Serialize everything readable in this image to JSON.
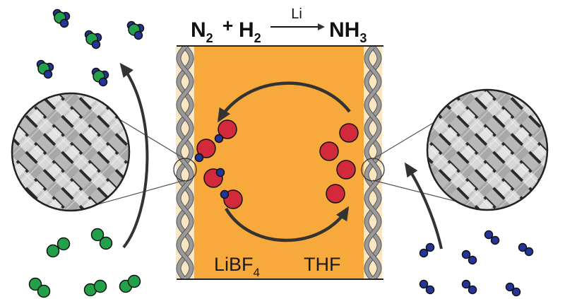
{
  "reaction": {
    "reactant1": "N",
    "reactant1_sub": "2",
    "plus": "+",
    "reactant2": "H",
    "reactant2_sub": "2",
    "catalyst": "Li",
    "product": "NH",
    "product_sub": "3"
  },
  "electrolyte": {
    "salt": "LiBF",
    "salt_sub": "4",
    "solvent": "THF"
  },
  "colors": {
    "electrolyte_fill": "#F7A93B",
    "lithium_red": "#D22A3A",
    "hydrogen_blue": "#24359A",
    "nitrogen_green": "#23A14A",
    "electrode_gray": "#9A9A9A",
    "arrow_dark": "#333333"
  }
}
